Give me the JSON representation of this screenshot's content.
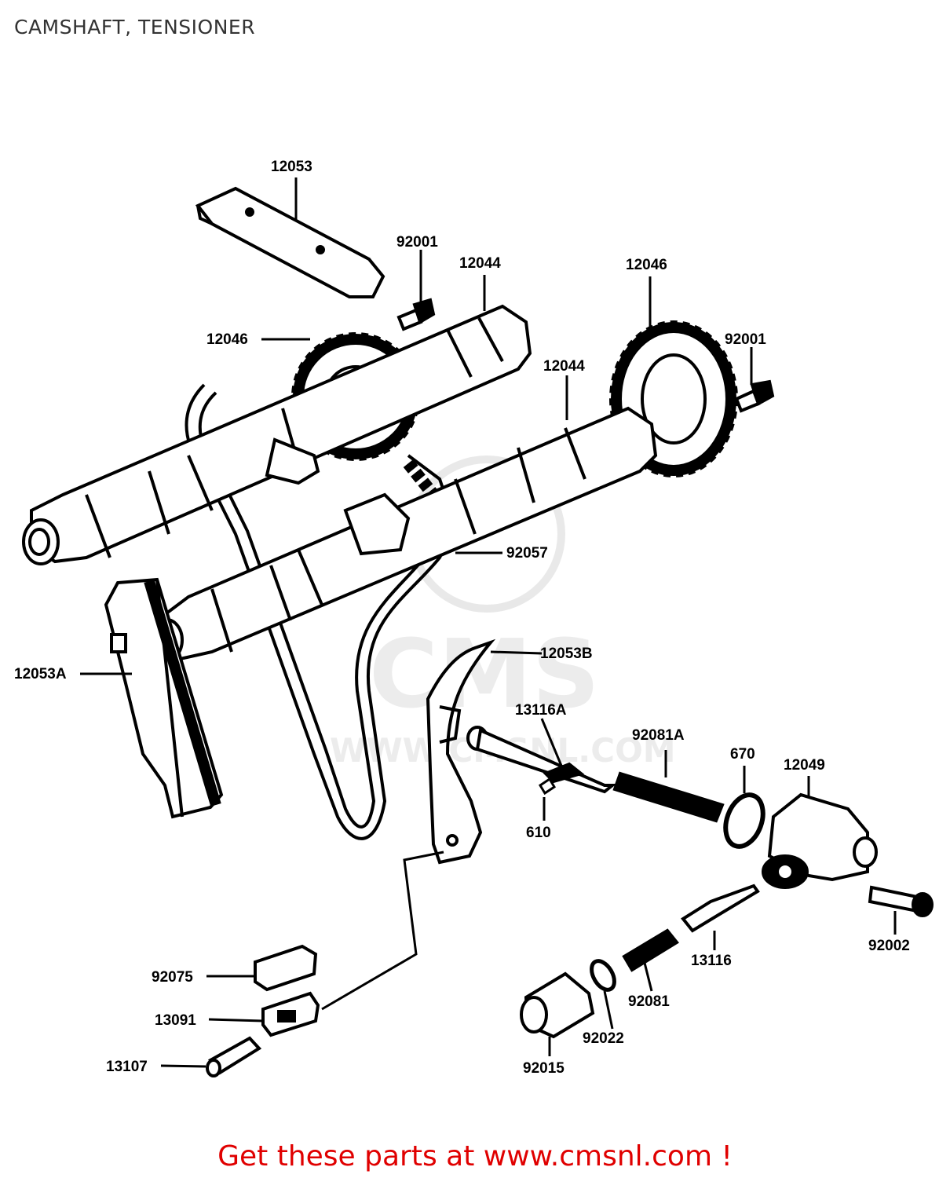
{
  "header": {
    "title": "CAMSHAFT, TENSIONER"
  },
  "watermark": {
    "brand": "CMS",
    "url": "WWW.CMSNL.COM"
  },
  "footer": {
    "cta": "Get these parts at www.cmsnl.com !"
  },
  "parts": {
    "chain_guide_top": "12053",
    "bolt_left": "92001",
    "camshaft_left": "12044",
    "sprocket_right": "12046",
    "sprocket_left": "12046",
    "bolt_right": "92001",
    "camshaft_right": "12044",
    "chain": "92057",
    "guide_front": "12053A",
    "guide_rear": "12053B",
    "pushrod": "13116A",
    "spring_a": "92081A",
    "o_ring": "670",
    "tensioner_body": "12049",
    "pin_610": "610",
    "bolt_92002": "92002",
    "rod_13116": "13116",
    "spring": "92081",
    "washer": "92022",
    "cap": "92015",
    "damper": "92075",
    "holder": "13091",
    "pin_13107": "13107"
  }
}
